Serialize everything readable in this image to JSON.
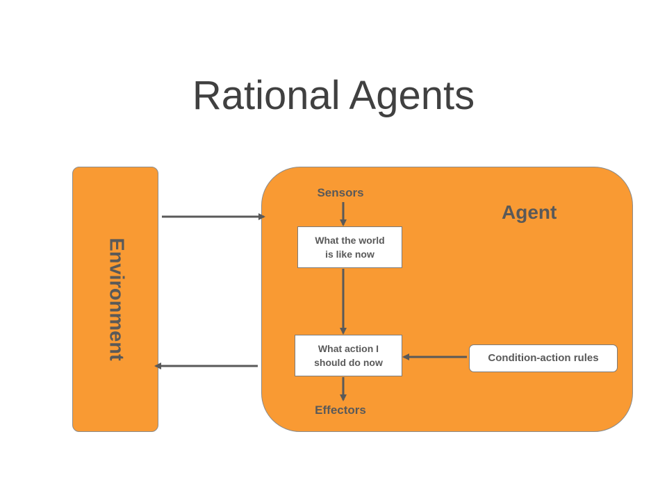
{
  "title": "Rational Agents",
  "environment": {
    "label": "Environment"
  },
  "agent": {
    "label": "Agent",
    "sensors_label": "Sensors",
    "effectors_label": "Effectors",
    "world_state_box": [
      "What the world",
      "is like now"
    ],
    "action_box": [
      "What action I",
      "should do now"
    ],
    "rules_box": "Condition-action rules"
  },
  "colors": {
    "box_fill": "#f99a33",
    "text": "#595959",
    "arrow": "#595959",
    "title": "#404040"
  }
}
